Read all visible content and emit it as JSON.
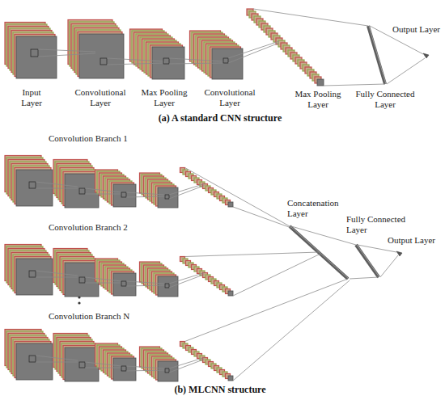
{
  "diagram": {
    "labels": [
      "Input Layer",
      "Convolutional Layer",
      "Max Pooling Layer",
      "Convolutional Layer",
      "Max Pooling Layer",
      "Fully Connected Layer",
      "Output Layer",
      "(a) A standard CNN structure",
      "Convolution Branch 1",
      "Convolution Branch 2",
      "Convolution Branch N",
      "Concatenation Layer",
      "Fully Connected Layer",
      "Output Layer",
      "(b) MLCNN structure"
    ]
  }
}
